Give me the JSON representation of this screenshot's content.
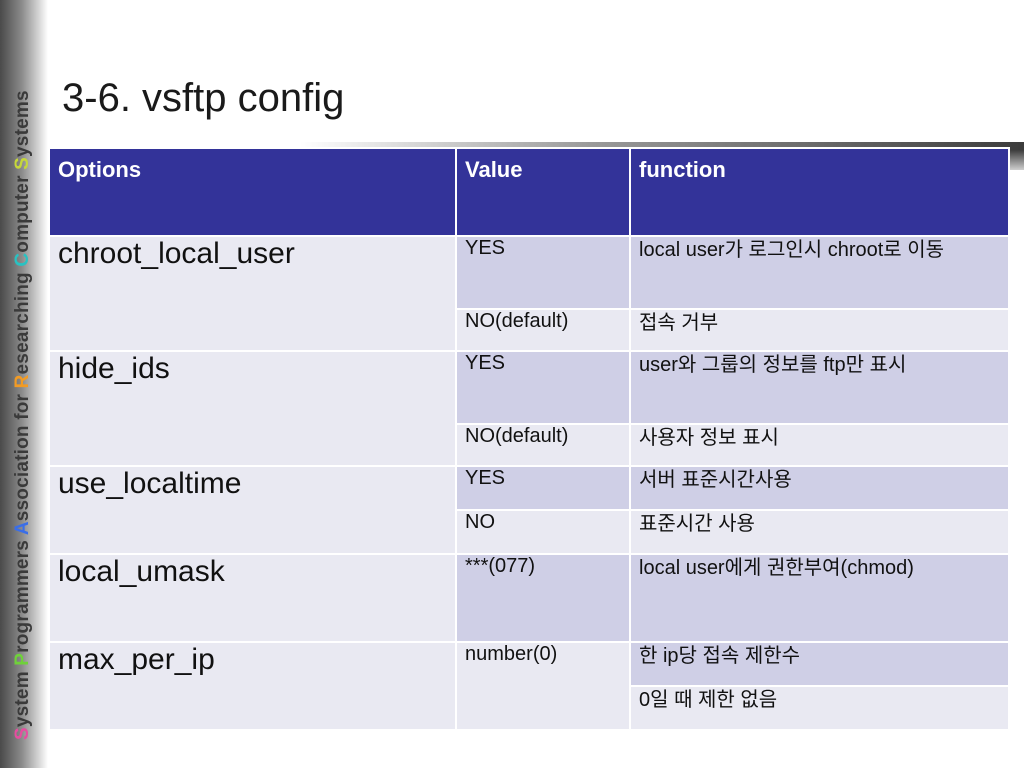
{
  "sidebar": {
    "brand_text": [
      {
        "letter": "S",
        "rest": "ystem ",
        "color": "#e64da0"
      },
      {
        "letter": "P",
        "rest": "rogrammers ",
        "color": "#6fd13a"
      },
      {
        "letter": "A",
        "rest": "ssociation for ",
        "color": "#3a6ee8"
      },
      {
        "letter": "R",
        "rest": "esearching ",
        "color": "#f29b24"
      },
      {
        "letter": "C",
        "rest": "omputer ",
        "color": "#29c2c2"
      },
      {
        "letter": "S",
        "rest": "ystems",
        "color": "#c6d83a"
      }
    ]
  },
  "title": "3-6. vsftp config",
  "table": {
    "headers": [
      "Options",
      "Value",
      "function"
    ],
    "groups": [
      {
        "option": "chroot_local_user",
        "rows": [
          {
            "value": "YES",
            "function": "local user가 로그인시 chroot로 이동"
          },
          {
            "value": "NO(default)",
            "function": "접속 거부"
          }
        ]
      },
      {
        "option": "hide_ids",
        "rows": [
          {
            "value": "YES",
            "function": "user와 그룹의 정보를 ftp만 표시"
          },
          {
            "value": "NO(default)",
            "function": "사용자 정보 표시"
          }
        ]
      },
      {
        "option": "use_localtime",
        "rows": [
          {
            "value": "YES",
            "function": "서버 표준시간사용"
          },
          {
            "value": "NO",
            "function": "표준시간 사용"
          }
        ]
      },
      {
        "option": "local_umask",
        "rows": [
          {
            "value": "***(077)",
            "function": "local user에게 권한부여(chmod)"
          }
        ]
      },
      {
        "option": "max_per_ip",
        "rows": [
          {
            "value": "number(0)",
            "function": "한 ip당 접속 제한수"
          },
          {
            "value": "",
            "function": "0일 때 제한 없음"
          }
        ]
      }
    ]
  }
}
